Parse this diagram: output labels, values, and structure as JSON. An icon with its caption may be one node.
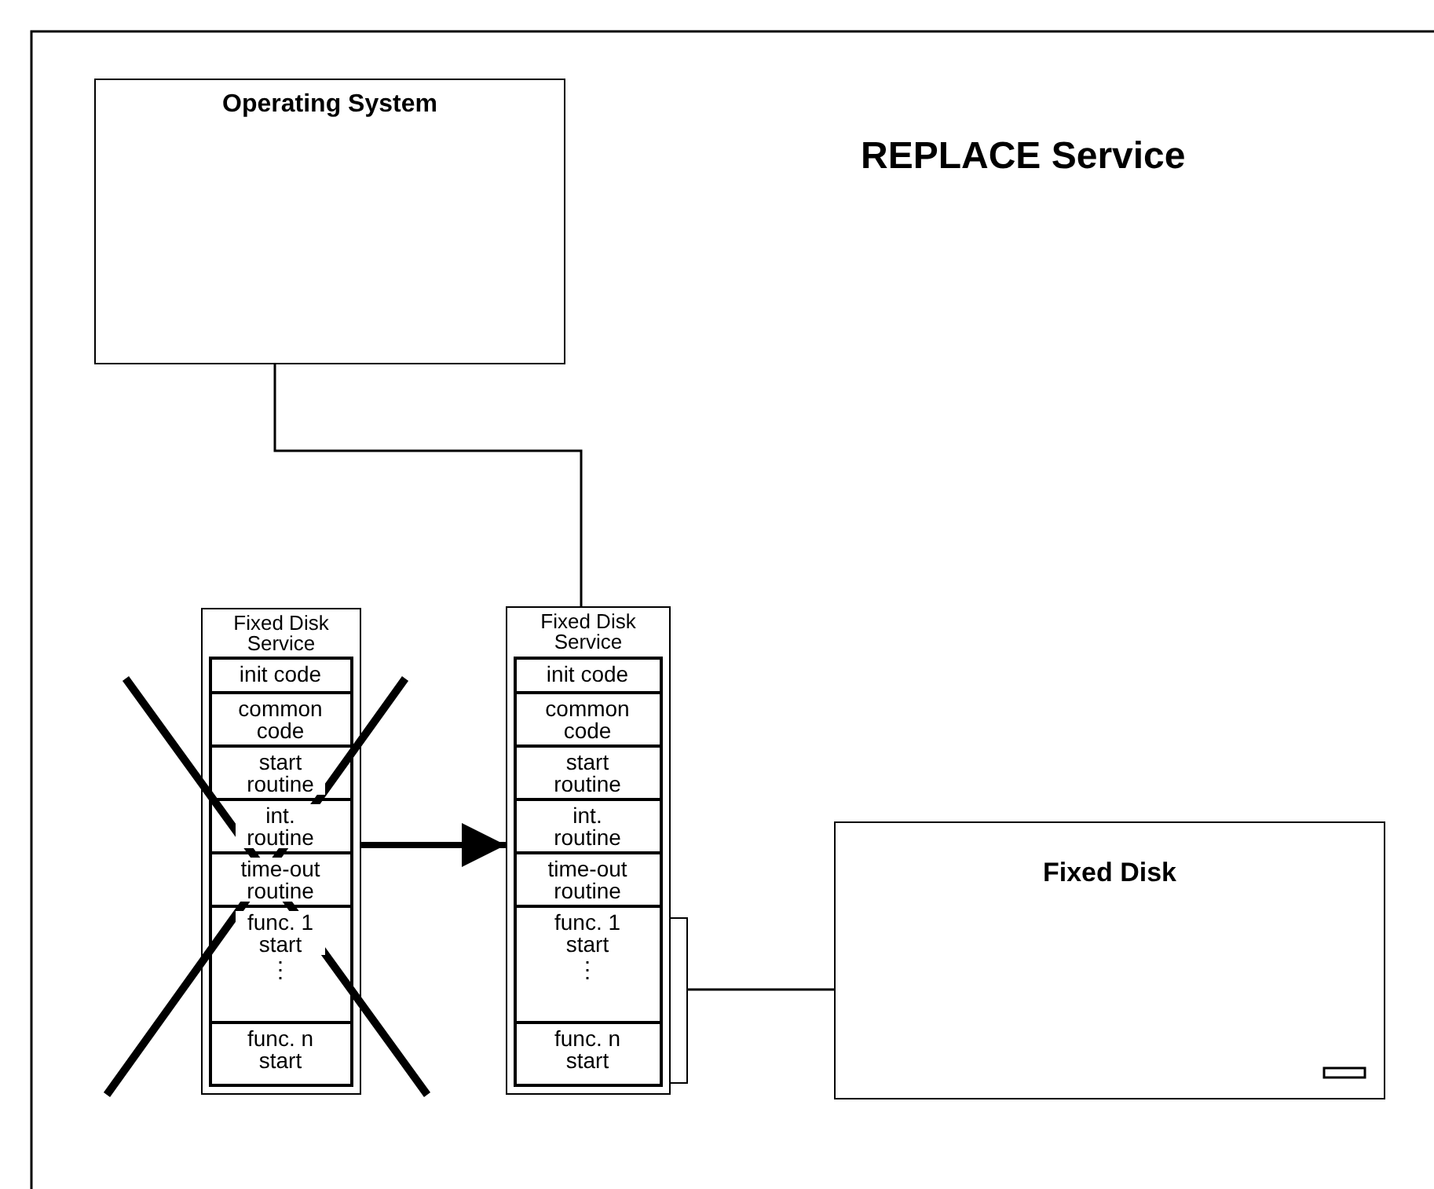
{
  "diagram": {
    "title": "REPLACE Service",
    "nodes": [
      {
        "text": [
          "Operating System"
        ]
      },
      {
        "text": [
          "Fixed Disk Service"
        ]
      },
      {
        "text": [
          "init code"
        ],
        "in": 1
      },
      {
        "text": [
          "common code"
        ],
        "in": 1
      },
      {
        "text": [
          "start routine"
        ],
        "in": 1
      },
      {
        "text": [
          "int. routine"
        ],
        "in": 1
      },
      {
        "text": [
          "time-out routine"
        ],
        "in": 1
      },
      {
        "text": [
          "func. 1 start",
          "⋮"
        ],
        "in": 1
      },
      {
        "text": [
          "func. n start"
        ],
        "in": 1
      },
      {
        "text": [
          "Fixed Disk Service"
        ]
      },
      {
        "text": [
          "init code"
        ],
        "in": 9
      },
      {
        "text": [
          "common code"
        ],
        "in": 9
      },
      {
        "text": [
          "start routine"
        ],
        "in": 9
      },
      {
        "text": [
          "int. routine"
        ],
        "in": 9
      },
      {
        "text": [
          "time-out routine"
        ],
        "in": 9
      },
      {
        "text": [
          "func. 1 start",
          "⋮"
        ],
        "in": 9
      },
      {
        "text": [
          "func. n start"
        ],
        "in": 9
      },
      {
        "text": [],
        "shape": "box"
      },
      {
        "text": [
          "Fixed Disk"
        ]
      }
    ],
    "edges": [
      {
        "from": 0,
        "to": 9,
        "arrow": "none"
      },
      {
        "from": 1,
        "to": 9,
        "arrow": "to",
        "style": "thick"
      },
      {
        "from": 17,
        "to": 18,
        "arrow": "none"
      }
    ]
  }
}
